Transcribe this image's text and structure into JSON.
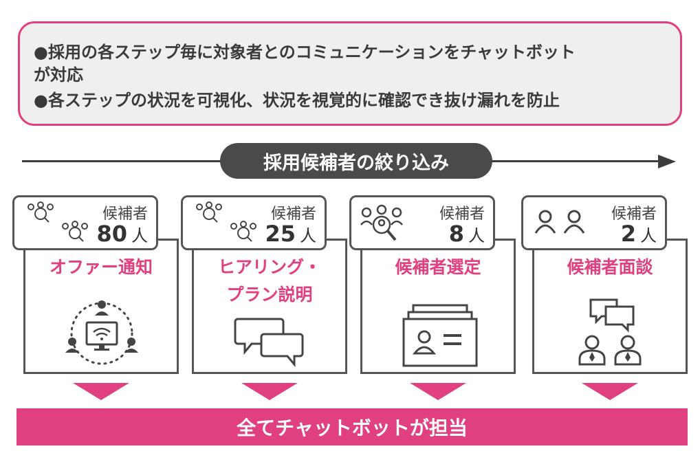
{
  "summary": {
    "line1": "●採用の各ステップ毎に対象者とのコミュニケーションをチャットボット",
    "line2": "が対応",
    "line3": "●各ステップの状況を可視化、状況を視覚的に確認でき抜け漏れを防止"
  },
  "flow_label": "採用候補者の絞り込み",
  "cards": [
    {
      "candidate_label": "候補者",
      "count": "80",
      "unit": "人",
      "title": "オファー通知",
      "icon": "remote-meeting-icon",
      "tab_icon": "people-search-icon"
    },
    {
      "candidate_label": "候補者",
      "count": "25",
      "unit": "人",
      "title_line1": "ヒアリング・",
      "title_line2": "プラン説明",
      "icon": "chat-bubbles-icon",
      "tab_icon": "people-search-icon"
    },
    {
      "candidate_label": "候補者",
      "count": "8",
      "unit": "人",
      "title": "候補者選定",
      "icon": "profile-cards-icon",
      "tab_icon": "people-search-icon"
    },
    {
      "candidate_label": "候補者",
      "count": "2",
      "unit": "人",
      "title": "候補者面談",
      "icon": "interview-icon",
      "tab_icon": "two-people-icon"
    }
  ],
  "bottom_banner": "全てチャットボットが担当",
  "colors": {
    "accent": "#e0407f",
    "dark": "#4a4a4a",
    "summary_bg": "#efefef"
  }
}
